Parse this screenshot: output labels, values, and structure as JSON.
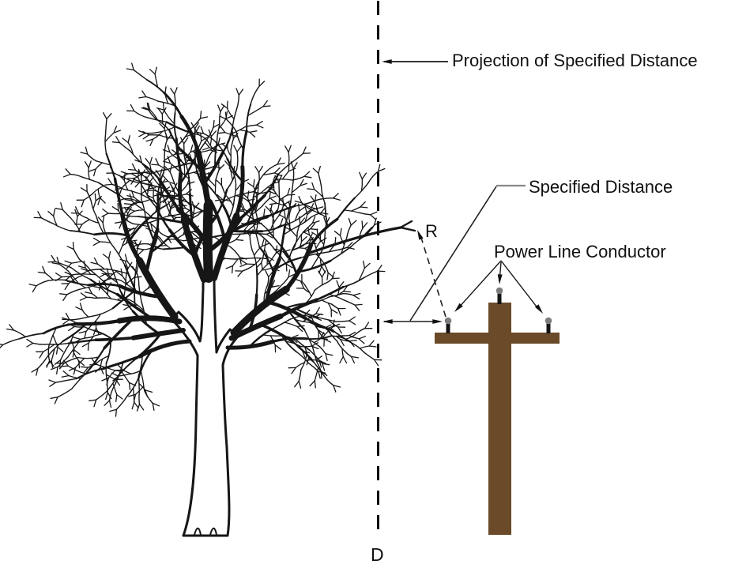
{
  "diagram": {
    "labels": {
      "projection_of_specified_distance": "Projection of Specified Distance",
      "specified_distance": "Specified Distance",
      "power_line_conductor": "Power Line Conductor",
      "radius": "R",
      "distance": "D"
    },
    "colors": {
      "pole_brown": "#6a4a28",
      "insulator_gray": "#7d7d7d",
      "ink_black": "#161616",
      "leader_gray": "#888888",
      "background": "#ffffff"
    }
  }
}
